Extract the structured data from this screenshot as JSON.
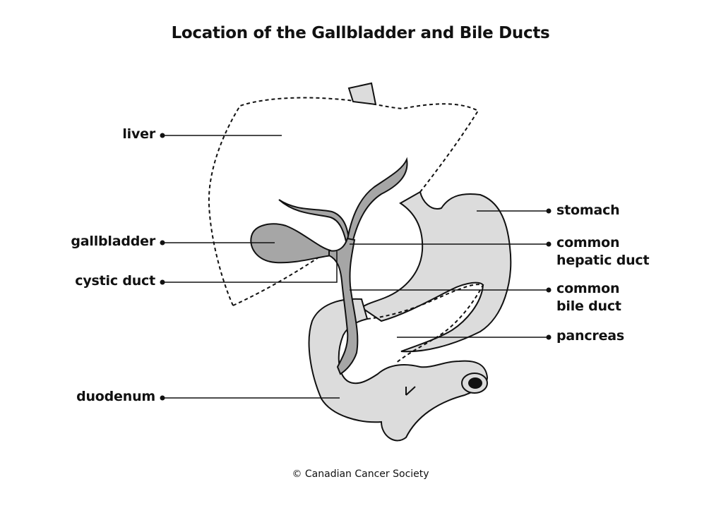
{
  "title": "Location of the Gallbladder and Bile Ducts",
  "labels": {
    "liver": "liver",
    "gallbladder": "gallbladder",
    "cystic_duct": "cystic duct",
    "duodenum": "duodenum",
    "stomach": "stomach",
    "common_hepatic_duct": [
      "common",
      "hepatic duct"
    ],
    "common_bile_duct": [
      "common",
      "bile duct"
    ],
    "pancreas": "pancreas"
  },
  "copyright": "© Canadian Cancer Society",
  "colors": {
    "organ_fill": "#dcdcdc",
    "duct_fill": "#a6a6a6",
    "outline": "#111111"
  }
}
